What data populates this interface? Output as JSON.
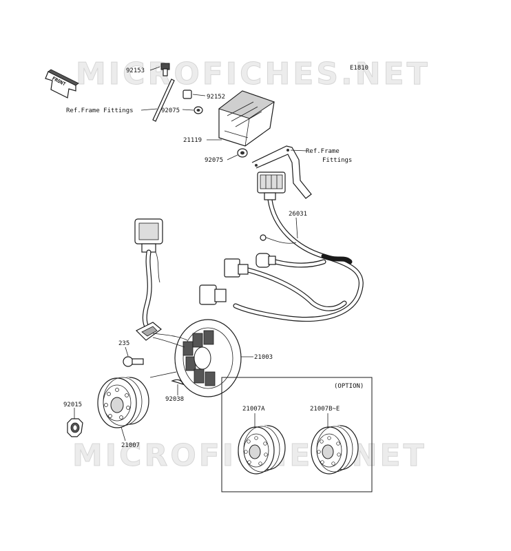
{
  "diagram_id": "E1810",
  "watermark": "MICROFICHES.NET",
  "front_label": "FRONT",
  "labels": {
    "p92153": "92153",
    "p92152": "92152",
    "p92075a": "92075",
    "p92075b": "92075",
    "p21119": "21119",
    "ref_frame_left": "Ref.Frame Fittings",
    "ref_frame_right_1": "Ref.Frame",
    "ref_frame_right_2": "Fittings",
    "p26031": "26031",
    "p235": "235",
    "p21003": "21003",
    "p92038": "92038",
    "p92015": "92015",
    "p21007": "21007",
    "option": "(OPTION)",
    "p21007A": "21007A",
    "p21007B": "21007B~E"
  }
}
